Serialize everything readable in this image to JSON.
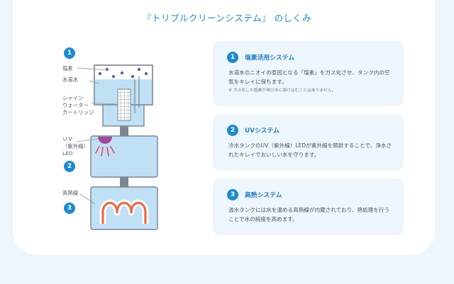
{
  "title": "『トリプルクリーンシステム』 のしくみ",
  "diagram": {
    "numbers": [
      "1",
      "2",
      "3"
    ],
    "labels": {
      "salt": "塩素",
      "tap_water": "水道水",
      "cartridge": "シャイン\nウォーター\nカートリッジ",
      "uv": "ＵＶ\n（紫外線）\nLED",
      "heater": "高熱線"
    }
  },
  "systems": [
    {
      "number": "1",
      "title": "塩素活用システム",
      "body": "水道水のニオイの原因となる「塩素」をガス化させ、タンク内の空気をキレイに保ちます。",
      "note": "※ ガス化した塩素が再び水に溶け込むことはありません。"
    },
    {
      "number": "2",
      "title": "UVシステム",
      "body": "冷水タンクのUV（紫外線）LEDが紫外線を照射することで、浄水されたキレイでおいしい水を守ります。"
    },
    {
      "number": "3",
      "title": "高熱システム",
      "body": "温水タンクには水を温める高熱線が内蔵されており、熱処理を行うことで水の純度を高めます。"
    }
  ],
  "colors": {
    "accent": "#1c8ad1",
    "tank_fill": "#bfe0f5",
    "uv_led": "#a3489a",
    "heater": "#ec6a3e",
    "panel_bg": "#edf6fc"
  }
}
